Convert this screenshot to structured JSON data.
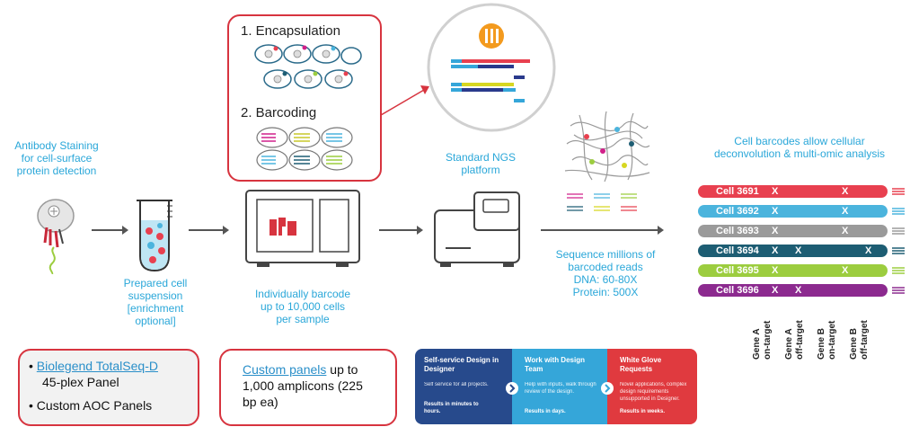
{
  "antibody_label": [
    "Antibody Staining",
    "for cell-surface",
    "protein detection"
  ],
  "prepared_label": [
    "Prepared cell",
    "suspension",
    "[enrichment",
    "optional]"
  ],
  "individually_label": [
    "Individually barcode",
    "up to 10,000 cells",
    "per sample"
  ],
  "steps": {
    "encapsulation": "1.  Encapsulation",
    "barcoding": "2.    Barcoding"
  },
  "ngs_label": [
    "Standard NGS",
    "platform"
  ],
  "sequence_label": [
    "Sequence millions of",
    "barcoded reads",
    "DNA: 60-80X",
    "Protein: 500X"
  ],
  "cell_barcodes_label": [
    "Cell barcodes allow cellular",
    "deconvolution & multi-omic analysis"
  ],
  "cell_rows": [
    {
      "name": "Cell 3691",
      "color": "#e8404f",
      "marks": [
        "X",
        "",
        "",
        "X",
        ""
      ]
    },
    {
      "name": "Cell 3692",
      "color": "#4bb4dd",
      "marks": [
        "X",
        "",
        "",
        "X",
        ""
      ]
    },
    {
      "name": "Cell 3693",
      "color": "#9a9a9a",
      "marks": [
        "X",
        "",
        "",
        "X",
        ""
      ]
    },
    {
      "name": "Cell 3694",
      "color": "#1d5d73",
      "marks": [
        "X",
        "X",
        "",
        "",
        "X"
      ]
    },
    {
      "name": "Cell 3695",
      "color": "#9ccd3f",
      "marks": [
        "X",
        "",
        "",
        "X",
        ""
      ]
    },
    {
      "name": "Cell 3696",
      "color": "#8c2a8f",
      "marks": [
        "X",
        "X",
        "",
        "",
        ""
      ]
    }
  ],
  "gene_labels": [
    [
      "Gene A",
      "on-target"
    ],
    [
      "Gene A",
      "off-target"
    ],
    [
      "Gene B",
      "on-target"
    ],
    [
      "Gene B",
      "off-target"
    ]
  ],
  "bottom_box1": {
    "link": "Biolegend TotalSeq-D",
    "after_link": "45-plex Panel",
    "item2": "Custom AOC Panels"
  },
  "bottom_box2": {
    "link": "Custom panels",
    "text": "up to",
    "line2": "1,000 amplicons (225",
    "line3": "bp ea)"
  },
  "cards": [
    {
      "title": "Self-service Design in Designer",
      "body": "Self service for all projects.",
      "result": "Results in minutes to hours.",
      "color": "#274a8c"
    },
    {
      "title": "Work with Design Team",
      "body": "Help with inputs, walk through review of the design.",
      "result": "Results in days.",
      "color": "#35a6d9"
    },
    {
      "title": "White Glove Requests",
      "body": "Novel applications, complex design requirements unsupported in Designer.",
      "result": "Results in weeks.",
      "color": "#e03a3f"
    }
  ],
  "colors": {
    "accent_blue": "#2aa7d9",
    "box_red": "#d7343f",
    "orange": "#f39a1e"
  }
}
